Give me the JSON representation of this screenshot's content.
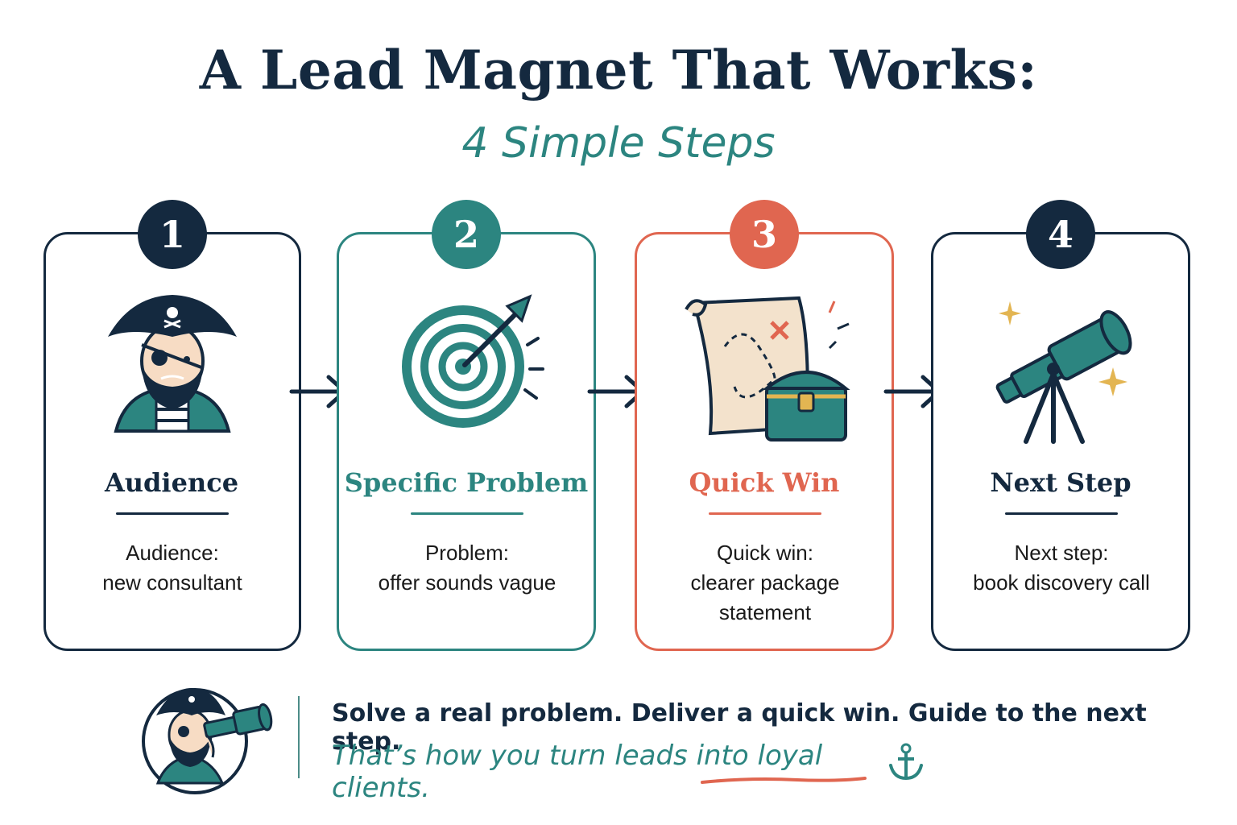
{
  "header": {
    "title": "A Lead Magnet That Works:",
    "subtitle": "4 Simple Steps"
  },
  "colors": {
    "navy": "#14293f",
    "teal": "#2c8580",
    "coral": "#e06650",
    "gold": "#e3b552"
  },
  "steps": [
    {
      "number": "1",
      "title": "Audience",
      "desc_line1": "Audience:",
      "desc_line2": "new consultant",
      "desc_line3": "",
      "icon": "pirate-captain-icon",
      "accent": "#14293f"
    },
    {
      "number": "2",
      "title": "Specific Problem",
      "desc_line1": "Problem:",
      "desc_line2": "offer sounds vague",
      "desc_line3": "",
      "icon": "target-icon",
      "accent": "#2c8580"
    },
    {
      "number": "3",
      "title": "Quick Win",
      "desc_line1": "Quick win:",
      "desc_line2": "clearer package",
      "desc_line3": "statement",
      "icon": "treasure-map-icon",
      "accent": "#e06650"
    },
    {
      "number": "4",
      "title": "Next Step",
      "desc_line1": "Next step:",
      "desc_line2": "book discovery call",
      "desc_line3": "",
      "icon": "telescope-icon",
      "accent": "#14293f"
    }
  ],
  "footer": {
    "line1": "Solve a real problem. Deliver a quick win. Guide to the next step.",
    "line2": "That’s how you turn leads into loyal clients.",
    "avatar_icon": "pirate-spyglass-icon",
    "end_icon": "anchor-icon"
  }
}
